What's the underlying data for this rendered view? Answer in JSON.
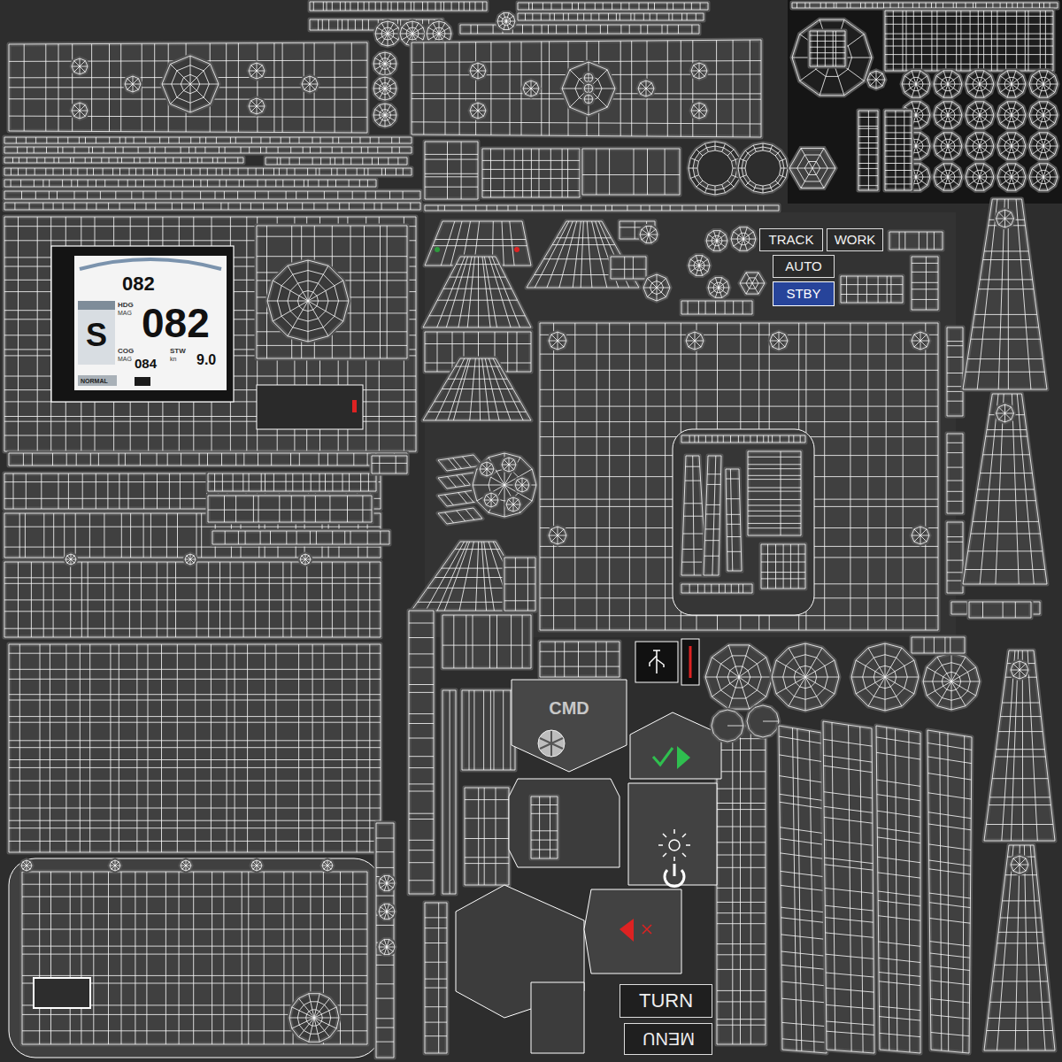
{
  "diagram": {
    "nodes": [
      {
        "text": [
          "TRACK"
        ]
      },
      {
        "text": [
          "WORK"
        ]
      },
      {
        "text": [
          "AUTO"
        ]
      },
      {
        "text": [
          "STBY"
        ]
      },
      {
        "text": [
          "CMD"
        ]
      },
      {
        "text": [
          "TURN"
        ]
      },
      {
        "text": [
          "MENU"
        ]
      }
    ],
    "labels": [
      "082",
      "HDG",
      "MAG",
      "S",
      "082",
      "COG",
      "MAG",
      "084",
      "STW",
      "kn",
      "9.0",
      "NORMAL"
    ]
  }
}
